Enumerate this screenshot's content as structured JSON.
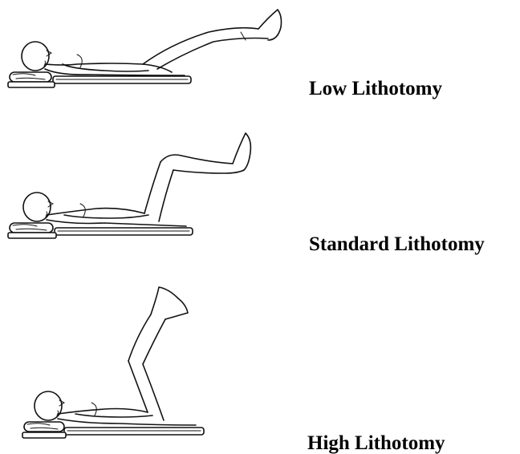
{
  "positions": [
    {
      "label": "Low Lithotomy"
    },
    {
      "label": "Standard Lithotomy"
    },
    {
      "label": "High Lithotomy"
    }
  ]
}
